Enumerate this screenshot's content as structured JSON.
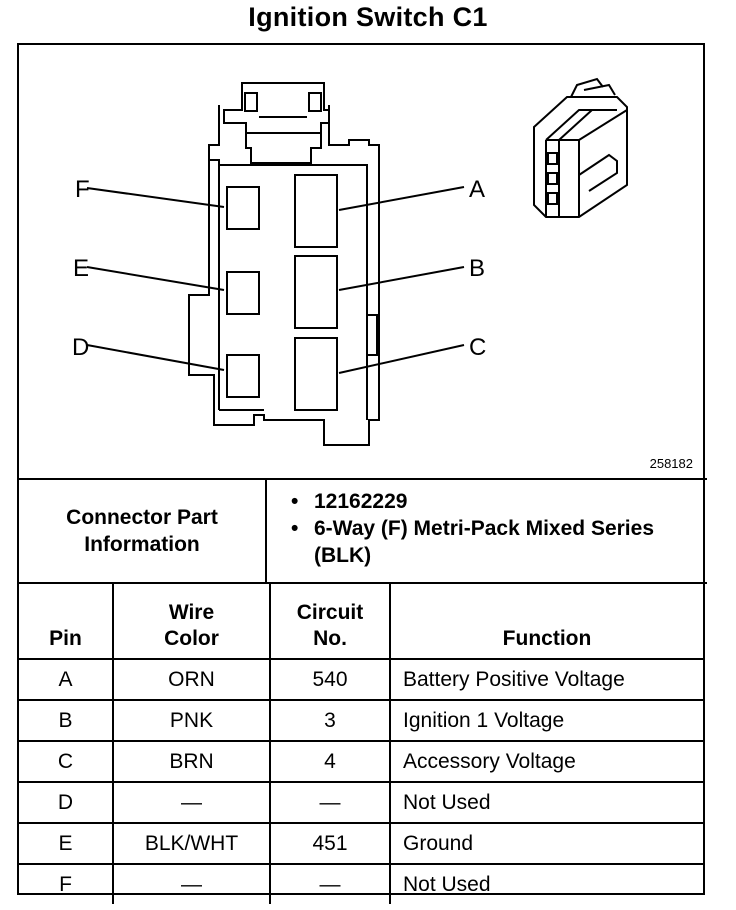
{
  "title": "Ignition Switch C1",
  "diagram": {
    "figure_number": "258182",
    "pin_labels": [
      "A",
      "B",
      "C",
      "D",
      "E",
      "F"
    ]
  },
  "connector_info": {
    "label": "Connector Part Information",
    "items": [
      "12162229",
      "6-Way (F) Metri-Pack Mixed Series (BLK)"
    ]
  },
  "pin_table": {
    "headers": {
      "pin": "Pin",
      "wire_color": "Wire Color",
      "circuit": "Circuit No.",
      "function": "Function"
    },
    "rows": [
      {
        "pin": "A",
        "wire_color": "ORN",
        "circuit": "540",
        "function": "Battery Positive Voltage"
      },
      {
        "pin": "B",
        "wire_color": "PNK",
        "circuit": "3",
        "function": "Ignition 1 Voltage"
      },
      {
        "pin": "C",
        "wire_color": "BRN",
        "circuit": "4",
        "function": "Accessory Voltage"
      },
      {
        "pin": "D",
        "wire_color": "—",
        "circuit": "—",
        "function": "Not Used"
      },
      {
        "pin": "E",
        "wire_color": "BLK/WHT",
        "circuit": "451",
        "function": "Ground"
      },
      {
        "pin": "F",
        "wire_color": "—",
        "circuit": "—",
        "function": "Not Used"
      }
    ]
  }
}
